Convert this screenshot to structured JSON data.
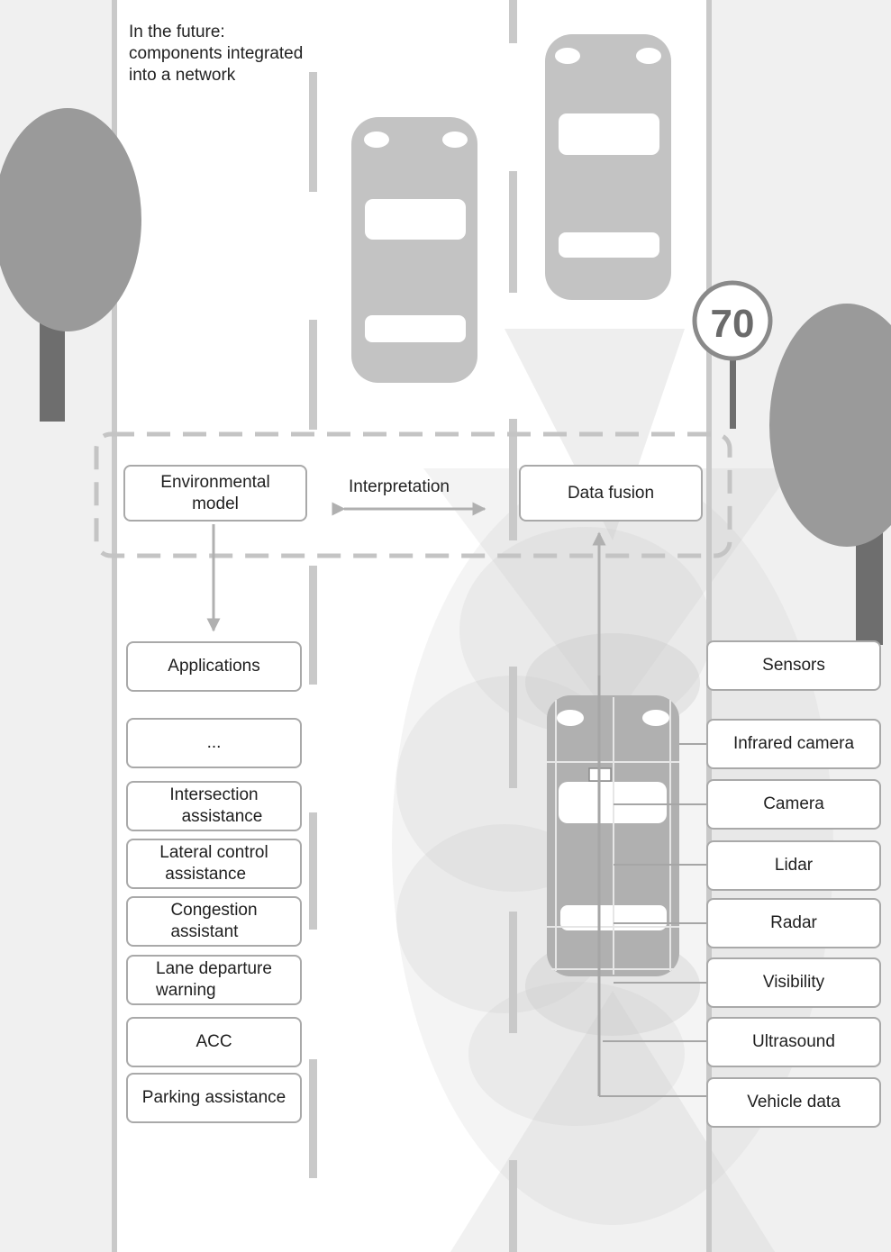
{
  "caption": [
    "In the future:",
    "components integrated",
    "into a network"
  ],
  "speed_sign": "70",
  "center": {
    "environmental_model": [
      "Environmental",
      "model"
    ],
    "interpretation": "Interpretation",
    "data_fusion": "Data fusion"
  },
  "applications": {
    "title": "Applications",
    "items": [
      [
        "..."
      ],
      [
        "Intersection",
        "assistance"
      ],
      [
        "Lateral control",
        "assistance"
      ],
      [
        "Congestion",
        "assistant"
      ],
      [
        "Lane departure",
        "warning"
      ],
      [
        "ACC"
      ],
      [
        "Parking assistance"
      ]
    ]
  },
  "sensors": {
    "title": "Sensors",
    "items": [
      "Infrared camera",
      "Camera",
      "Lidar",
      "Radar",
      "Visibility",
      "Ultrasound",
      "Vehicle data"
    ]
  },
  "colors": {
    "road_edge": "#f0f0f0",
    "lane_line": "#c9c9c9",
    "car": "#c3c3c3",
    "tree_crown": "#9a9a9a",
    "tree_trunk": "#6e6e6e",
    "box_border": "#a9a9a9",
    "arrow": "#b0b0b0"
  }
}
